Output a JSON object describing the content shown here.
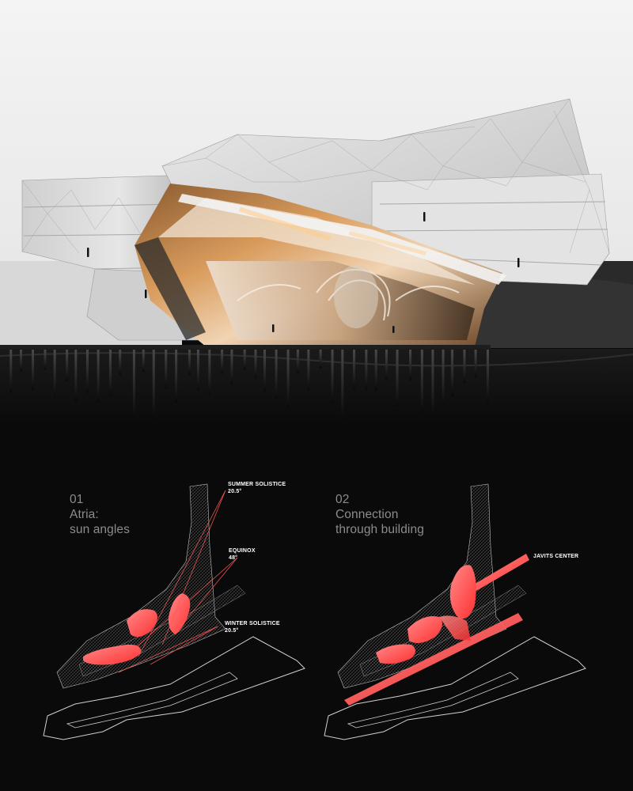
{
  "colors": {
    "sky": "#f0f0f0",
    "building": "#dcdcdc",
    "atrium_warm": "#c98a4e",
    "ground": "#0a0a0a",
    "panel_bg": "#0a0a0a",
    "heading_text": "#8c8c8c",
    "accent_red": "#ff4a4a",
    "label_text": "#ffffff"
  },
  "panels": [
    {
      "number": "01",
      "title_lines": [
        "Atria:",
        "sun angles"
      ],
      "callouts": [
        {
          "lines": [
            "SUMMER SOLISTICE",
            "20.5°"
          ]
        },
        {
          "lines": [
            "EQUINOX",
            "48°"
          ]
        },
        {
          "lines": [
            "WINTER SOLISTICE",
            "20.5°"
          ]
        }
      ]
    },
    {
      "number": "02",
      "title_lines": [
        "Connection",
        "through building"
      ],
      "callouts": [
        {
          "lines": [
            "JAVITS CENTER"
          ]
        }
      ]
    }
  ]
}
